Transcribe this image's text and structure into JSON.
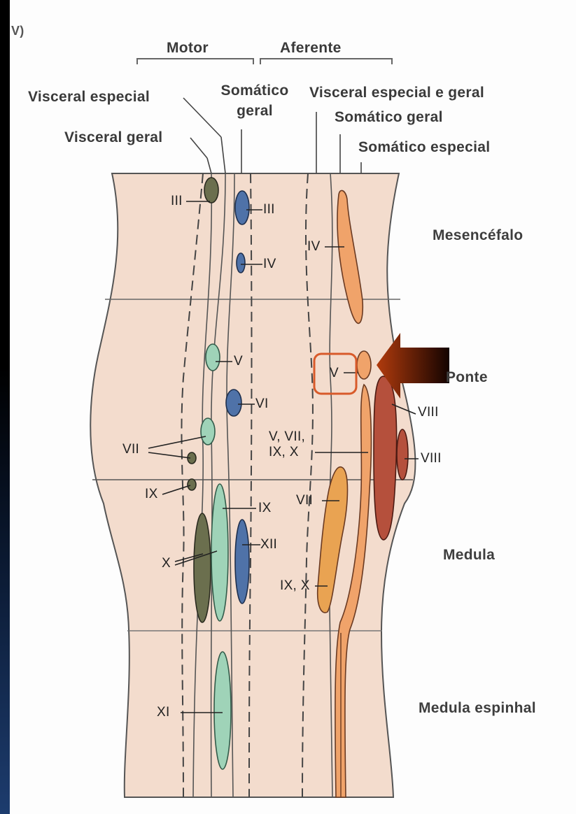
{
  "corner_fragment": "V)",
  "headers": {
    "motor": "Motor",
    "afferent": "Aferente"
  },
  "column_labels": {
    "visceral_especial": "Visceral especial",
    "visceral_geral": "Visceral geral",
    "somatico_geral_motor_line1": "Somático",
    "somatico_geral_motor_line2": "geral",
    "visceral_especial_e_geral": "Visceral especial e geral",
    "somatico_geral_aff": "Somático geral",
    "somatico_especial": "Somático especial"
  },
  "regions": {
    "mesencefalo": "Mesencéfalo",
    "ponte": "Ponte",
    "medula": "Medula",
    "medula_espinhal": "Medula espinhal"
  },
  "nuclei": {
    "iii_left": "III",
    "iii_right": "III",
    "iv_motor": "IV",
    "v_motor": "V",
    "vi": "VI",
    "vii_motor": "VII",
    "ix_left": "IX",
    "ix_right": "IX",
    "x_left": "X",
    "xii": "XII",
    "xi": "XI",
    "iv_upper_aff": "IV",
    "v_boxed": "V",
    "v_vii_ix_x_line1": "V, VII,",
    "v_vii_ix_x_line2": "IX, X",
    "vii_aff": "VII",
    "ix_x_aff": "IX, X",
    "viii_upper": "VIII",
    "viii_lower": "VIII"
  },
  "colors": {
    "background_page": "#fdfdfd",
    "brainstem_fill": "#f3dccd",
    "visceral_geral_motor": "#6b6f4e",
    "visceral_especial_motor": "#9fd3b8",
    "somatico_geral_motor": "#4f72a8",
    "somatico_geral_aff": "#f0a36a",
    "visceral_aff": "#e9a352",
    "somatico_especial": "#b5503c",
    "highlight_box": "#d85a2a",
    "arrow_dark": "#1a0500",
    "arrow_light": "#a83a10"
  }
}
